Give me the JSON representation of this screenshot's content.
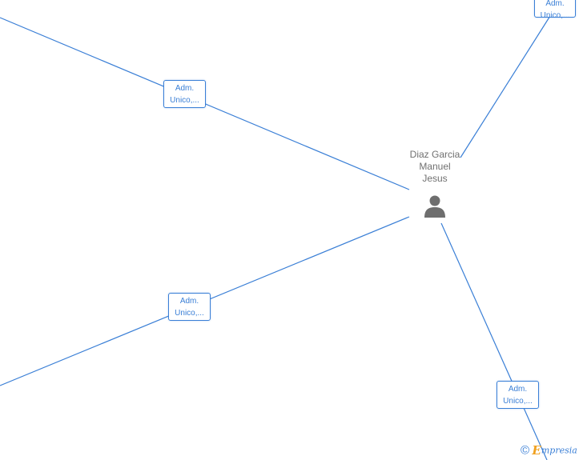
{
  "person": {
    "name_lines": [
      "Diaz Garcia",
      "Manuel",
      "Jesus"
    ]
  },
  "roles": [
    {
      "line1": "Adm.",
      "line2": "Unico,..."
    },
    {
      "line1": "Adm.",
      "line2": "Unico,..."
    },
    {
      "line1": "Adm.",
      "line2": "Unico,..."
    },
    {
      "line1": "Adm.",
      "line2": "Unico,..."
    }
  ],
  "brand": {
    "copyright_symbol": "©",
    "logo_initial": "E",
    "logo_rest": "mpresia"
  },
  "colors": {
    "edge": "#3a7fd6",
    "box_border": "#3a7fd6",
    "person_text": "#707070",
    "person_icon": "#6e6e6e",
    "brand_accent": "#f0a01e"
  }
}
